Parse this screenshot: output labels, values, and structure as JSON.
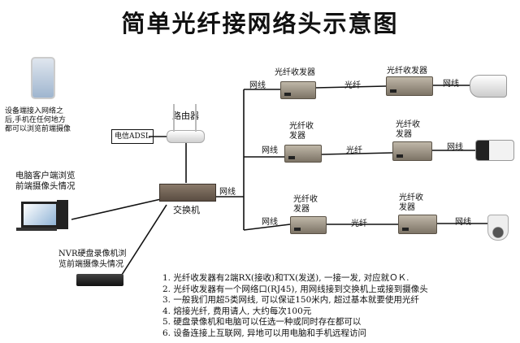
{
  "title": "简单光纤接网络头示意图",
  "phone_caption": [
    "设备端接入网络之",
    "后,手机在任何地方",
    "都可以浏览前端摄像"
  ],
  "router_label": "路由器",
  "adsl_label": "电信ADSL",
  "pc_caption": [
    "电脑客户端浏览",
    "前端摄像头情况"
  ],
  "switch_label": "交换机",
  "switch_cable_label": "网线",
  "nvr_caption": [
    "NVR硬盘录像机浏",
    "览前端摄像头情况"
  ],
  "branches": [
    {
      "cable1": "网线",
      "tx1": [
        "光纤收发器"
      ],
      "fiber": "光纤",
      "tx2": [
        "光纤收发器"
      ],
      "cable2": "网线"
    },
    {
      "cable1": "网线",
      "tx1": [
        "光纤收",
        "发器"
      ],
      "fiber": "光纤",
      "tx2": [
        "光纤收",
        "发器"
      ],
      "cable2": "网线"
    },
    {
      "cable1": "网线",
      "tx1": [
        "光纤收",
        "发器"
      ],
      "fiber": "光纤",
      "tx2": [
        "光纤收",
        "发器"
      ],
      "cable2": "网线"
    }
  ],
  "notes": [
    "1. 光纤收发器有2端RX(接收)和TX(发送), 一接一发, 对应就ＯＫ.",
    "2. 光纤收发器有一个网络口(RJ45), 用网线接到交换机上或接到摄像头",
    "3. 一般我们用超5类网线, 可以保证150米内, 超过基本就要使用光纤",
    "4. 熔接光纤, 费用请人, 大约每次100元",
    "5. 硬盘录像机和电脑可以任选一种或同时存在都可以",
    "6. 设备连接上互联网, 异地可以用电脑和手机远程访问"
  ]
}
